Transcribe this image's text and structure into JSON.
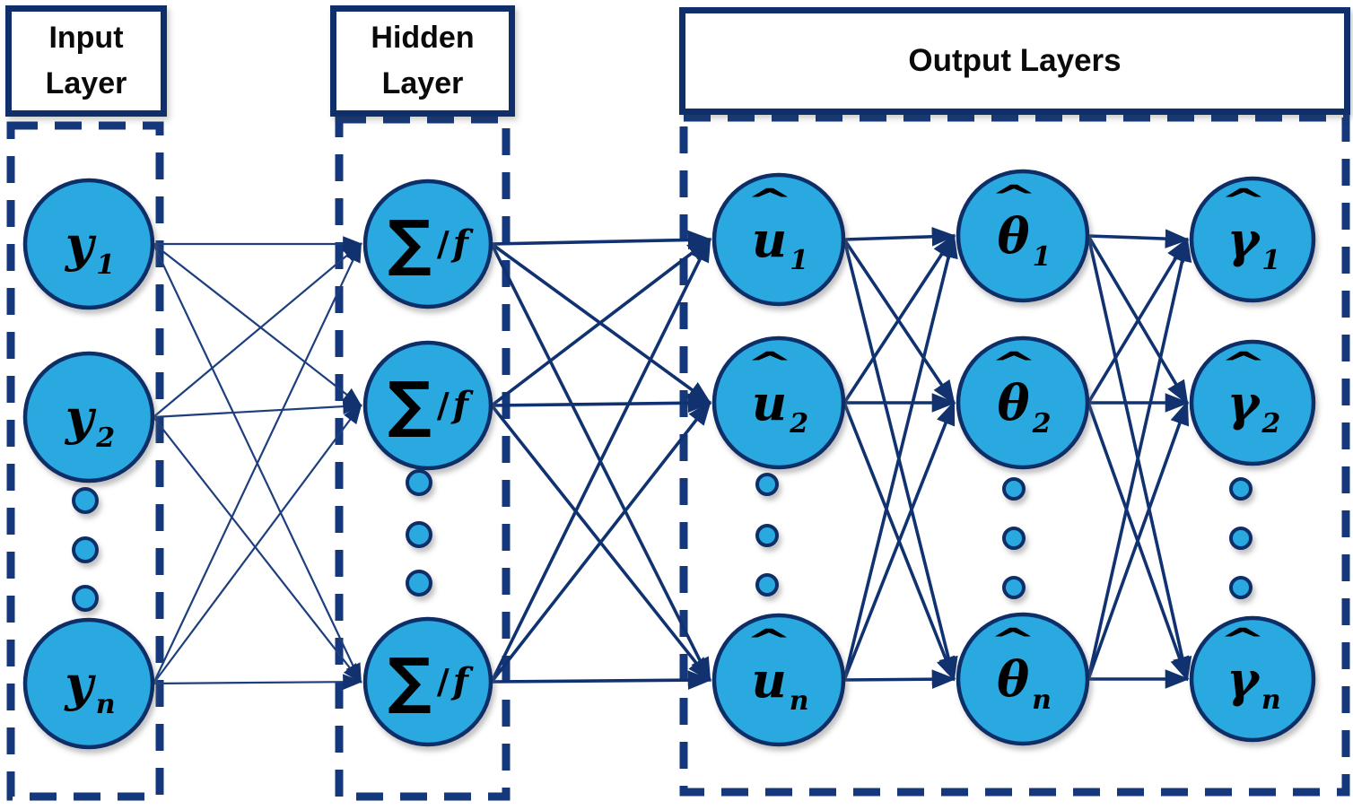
{
  "titles": {
    "input": "Input Layer",
    "hidden": "Hidden Layer",
    "output": "Output Layers"
  },
  "colors": {
    "node_fill": "#29a9e1",
    "node_stroke": "#0d2e66",
    "edge_thin": "#1d3f7d",
    "edge_thick": "#103271",
    "dashed_border": "#14387b",
    "title_border": "#0f2f6b",
    "text": "#000000"
  },
  "ellipsis_dots_per_column": 3,
  "layers": [
    {
      "name": "input",
      "nodes": [
        {
          "base": "y",
          "sub": "1"
        },
        {
          "base": "y",
          "sub": "2"
        },
        {
          "base": "y",
          "sub": "n"
        }
      ]
    },
    {
      "name": "hidden",
      "nodes": [
        {
          "sigma": "∑",
          "sep": "/",
          "f": "f"
        },
        {
          "sigma": "∑",
          "sep": "/",
          "f": "f"
        },
        {
          "sigma": "∑",
          "sep": "/",
          "f": "f"
        }
      ]
    },
    {
      "name": "output-u",
      "nodes": [
        {
          "hat": "^",
          "base": "u",
          "sub": "1"
        },
        {
          "hat": "^",
          "base": "u",
          "sub": "2"
        },
        {
          "hat": "^",
          "base": "u",
          "sub": "n"
        }
      ]
    },
    {
      "name": "output-theta",
      "nodes": [
        {
          "hat": "^",
          "base": "θ",
          "sub": "1"
        },
        {
          "hat": "^",
          "base": "θ",
          "sub": "2"
        },
        {
          "hat": "^",
          "base": "θ",
          "sub": "n"
        }
      ]
    },
    {
      "name": "output-gamma",
      "nodes": [
        {
          "hat": "^",
          "base": "γ",
          "sub": "1"
        },
        {
          "hat": "^",
          "base": "γ",
          "sub": "2"
        },
        {
          "hat": "^",
          "base": "γ",
          "sub": "n"
        }
      ]
    }
  ]
}
